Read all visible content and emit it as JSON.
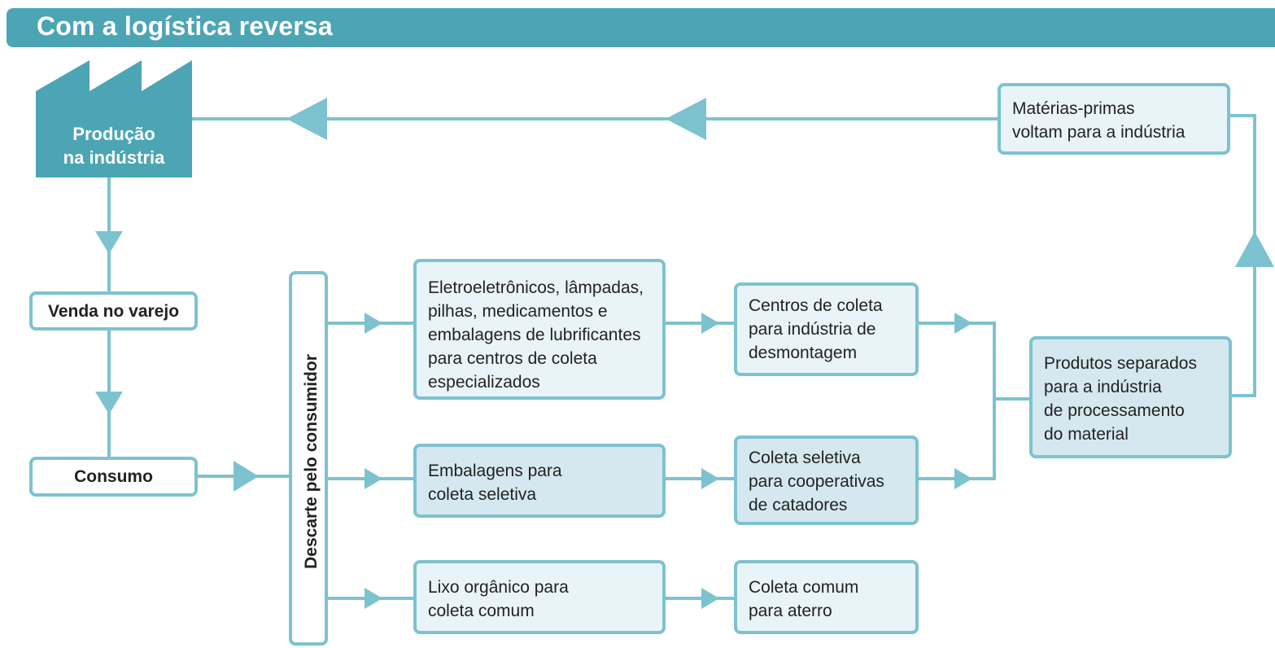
{
  "header": {
    "title": "Com a logística reversa"
  },
  "factory": {
    "label": "Produção\nna indústria"
  },
  "retail": {
    "label": "Venda no varejo"
  },
  "consumption": {
    "label": "Consumo"
  },
  "disposal": {
    "label": "Descarte pelo consumidor"
  },
  "streams": {
    "special": {
      "label": "Eletroeletrônicos, lâmpadas,\npilhas, medicamentos e\nembalagens de lubrificantes\npara centros de coleta\nespecializados"
    },
    "packaging": {
      "label": "Embalagens para\ncoleta seletiva"
    },
    "organic": {
      "label": "Lixo orgânico para\ncoleta comum"
    }
  },
  "collection": {
    "dismantling": {
      "label": "Centros de coleta\npara indústria de\ndesmontagem"
    },
    "selective": {
      "label": "Coleta seletiva\npara cooperativas\nde catadores"
    },
    "landfill": {
      "label": "Coleta comum\npara aterro"
    }
  },
  "processing": {
    "label": "Produtos separados\npara a indústria\nde processamento\ndo material"
  },
  "raw_materials": {
    "label": "Matérias-primas\nvoltam para a indústria"
  },
  "colors": {
    "teal": "#4ca5b5",
    "light_teal": "#7dc2cf",
    "box_fill": "#e9f4f8",
    "box_fill_dark": "#d5e8ef"
  }
}
